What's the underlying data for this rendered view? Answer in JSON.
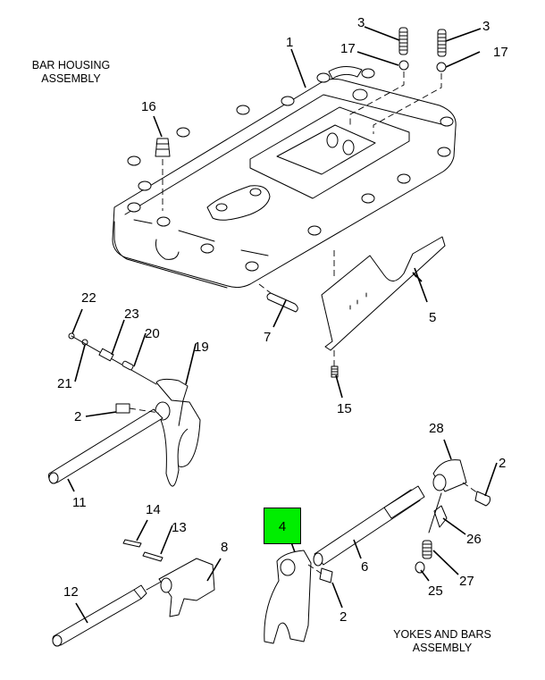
{
  "diagram": {
    "titles": {
      "bar_housing": [
        "BAR HOUSING",
        "ASSEMBLY"
      ],
      "yokes_bars": [
        "YOKES AND BARS",
        "ASSEMBLY"
      ]
    },
    "highlight": {
      "label": "4",
      "color": "#00ee00"
    },
    "callouts": {
      "c1": "1",
      "c3a": "3",
      "c3b": "3",
      "c17a": "17",
      "c17b": "17",
      "c16": "16",
      "c5": "5",
      "c7": "7",
      "c15": "15",
      "c22": "22",
      "c23": "23",
      "c20": "20",
      "c19": "19",
      "c21": "21",
      "c2a": "2",
      "c11": "11",
      "c14": "14",
      "c13": "13",
      "c8": "8",
      "c12": "12",
      "c28": "28",
      "c2b": "2",
      "c6": "6",
      "c26": "26",
      "c27": "27",
      "c25": "25",
      "c2c": "2"
    }
  }
}
